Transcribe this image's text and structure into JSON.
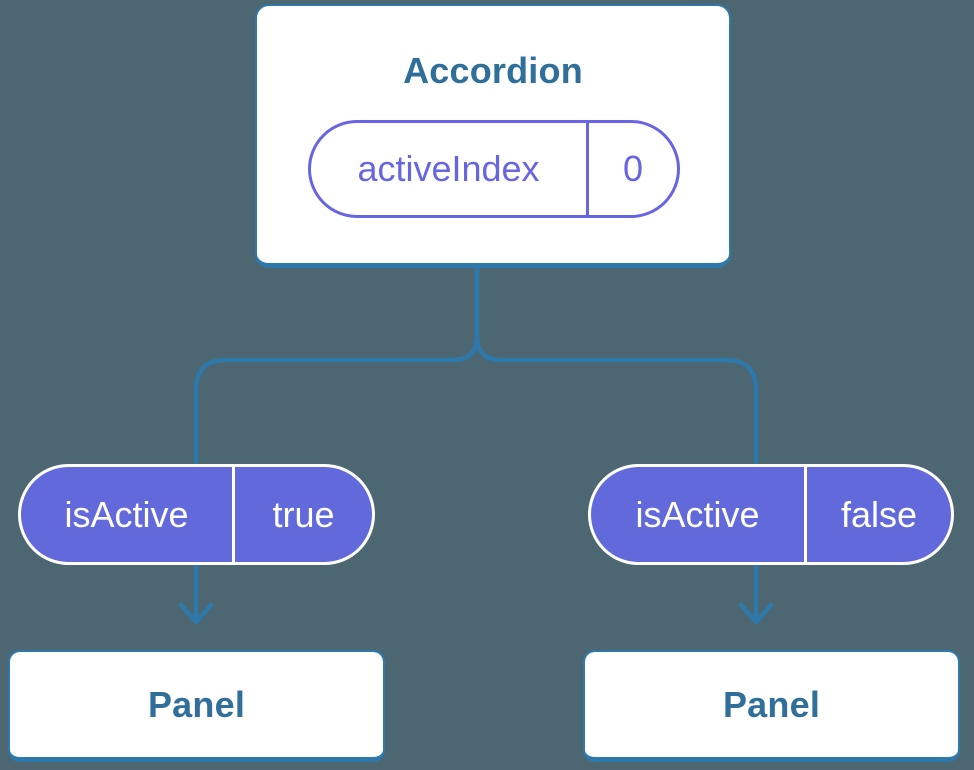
{
  "colors": {
    "background": "#4C6772",
    "connector_blue": "#2E79AC",
    "heading_blue": "#2F6F99",
    "pill_purple_fill": "#6269DB",
    "pill_purple_stroke": "#6765DF",
    "card_white": "#FFFFFF"
  },
  "icons": {
    "arrow_down": "chevron arrowhead pointing down at end of connector line"
  },
  "diagram": {
    "root": {
      "title": "Accordion",
      "state_pill": {
        "name": "activeIndex",
        "value": "0"
      }
    },
    "branches": [
      {
        "prop_pill": {
          "name": "isActive",
          "value": "true"
        },
        "child": {
          "title": "Panel"
        }
      },
      {
        "prop_pill": {
          "name": "isActive",
          "value": "false"
        },
        "child": {
          "title": "Panel"
        }
      }
    ]
  }
}
